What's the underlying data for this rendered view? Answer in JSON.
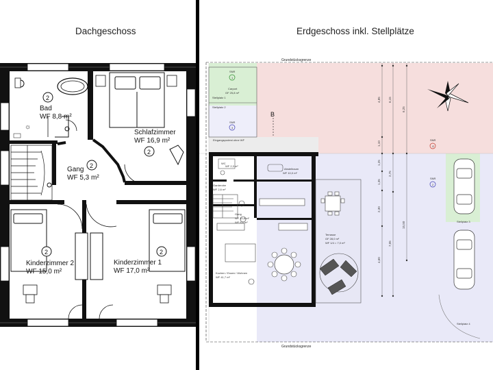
{
  "titles": {
    "left": "Dachgeschoss",
    "right": "Erdgeschoss inkl. Stellplätze"
  },
  "dach": {
    "bad": {
      "name": "Bad",
      "area": "WF 8,8 m²",
      "num": "2"
    },
    "schlaf": {
      "name": "Schlafzimmer",
      "area": "WF 16,9 m²",
      "num": "2"
    },
    "gang": {
      "name": "Gang",
      "area": "WF 5,3 m²",
      "num": "2"
    },
    "kind2": {
      "name": "Kinderzimmer 2",
      "area": "WF 15,0 m²",
      "num": "2"
    },
    "kind1": {
      "name": "Kinderzimmer 1",
      "area": "WF 17,0 m²",
      "num": "2"
    }
  },
  "eg": {
    "grenze_top": "Grundstücksgrenze",
    "grenze_bottom": "Grundstücksgrenze",
    "carport": {
      "name": "Carport",
      "area": "GF 25,8 m²"
    },
    "snr1": "SNR",
    "snr1_num": "1",
    "snr3": "SNR",
    "snr3_num": "3",
    "snr_g": "SNR",
    "snr_g_num": "G",
    "snr_2": "SNR",
    "snr_2_num": "2",
    "snr_e": "SNR",
    "snr_e_num": "E",
    "stellplatz1": "Stellplatz 1",
    "stellplatz2": "Stellplatz 2",
    "stellplatz3": "Stellplatz 3",
    "stellplatz4": "Stellplatz 4",
    "b_marker": "B",
    "eingang": "Eingangspodest ohne WF",
    "wc": {
      "name": "WC",
      "area": "WF 2,3 m²"
    },
    "abstell": {
      "name": "Abstellraum",
      "area": "WF 10,0 m²"
    },
    "garderobe": {
      "name": "Garderobe",
      "area": "WF 2,6 m²"
    },
    "gang": {
      "name": "Gang",
      "area": "WF 10,8 m²",
      "area2": "WF 8,6 m²"
    },
    "terrasse": {
      "name": "Terrasse",
      "area": "GF 28,0 m²",
      "area2": "WF 1/4 = 7,0 m²"
    },
    "kochen": {
      "name": "Kochen / Essen / Wohnen",
      "area": "WF 41,7 m²"
    },
    "dims_v1": [
      "4,85",
      "1,10",
      "1,25",
      "1,35",
      "2,30",
      "4,60"
    ],
    "dims_v2": [
      "6,15",
      "2,75",
      "7,05"
    ],
    "dims_v3": [
      "6,25",
      "15,50"
    ]
  }
}
